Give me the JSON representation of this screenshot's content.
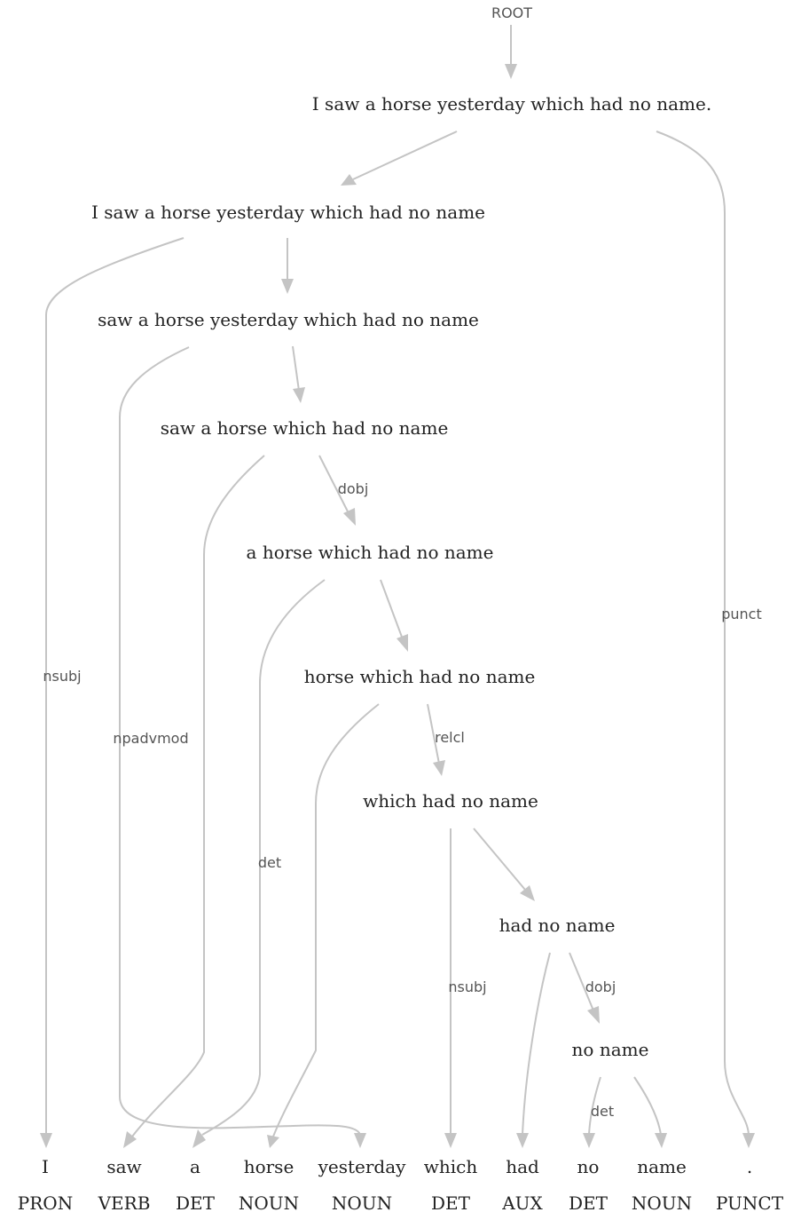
{
  "root_label": "ROOT",
  "phrases": [
    "I saw a horse yesterday which had no name.",
    "I saw a horse yesterday which had no name",
    "saw a horse yesterday which had no name",
    "saw a horse which had no name",
    "a horse which had no name",
    "horse which had no name",
    "which had no name",
    "had no name",
    "no name"
  ],
  "tokens": [
    {
      "word": "I",
      "pos": "PRON"
    },
    {
      "word": "saw",
      "pos": "VERB"
    },
    {
      "word": "a",
      "pos": "DET"
    },
    {
      "word": "horse",
      "pos": "NOUN"
    },
    {
      "word": "yesterday",
      "pos": "NOUN"
    },
    {
      "word": "which",
      "pos": "DET"
    },
    {
      "word": "had",
      "pos": "AUX"
    },
    {
      "word": "no",
      "pos": "DET"
    },
    {
      "word": "name",
      "pos": "NOUN"
    },
    {
      "word": ".",
      "pos": "PUNCT"
    }
  ],
  "edge_labels": [
    "nsubj",
    "npadvmod",
    "dobj",
    "det",
    "relcl",
    "nsubj",
    "dobj",
    "det",
    "punct"
  ],
  "colors": {
    "edge": "#c4c4c4",
    "text": "#222222",
    "label": "#555555"
  }
}
